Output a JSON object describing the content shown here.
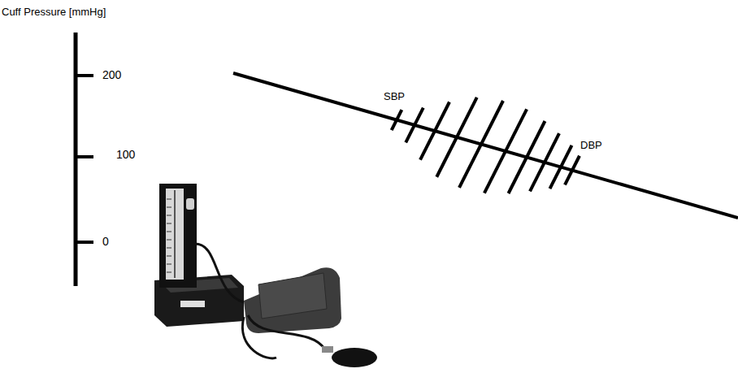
{
  "diagram": {
    "labels": [
      "Cuff Pressure [mmHg]",
      "200",
      "100",
      "0",
      "SBP",
      "DBP"
    ]
  }
}
